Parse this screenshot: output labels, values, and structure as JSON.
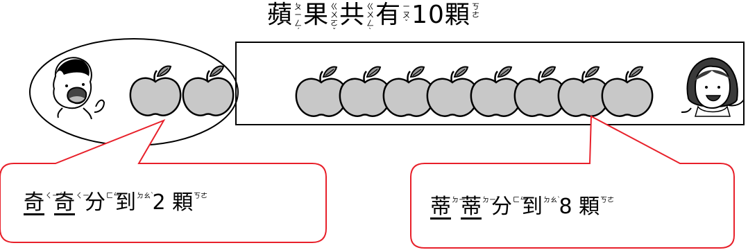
{
  "title": {
    "parts": [
      {
        "char": "蘋",
        "bpmf": "ㄆㄧㄥˊ"
      },
      {
        "char": "果",
        "bpmf": "ㄍㄨㄛˇ"
      },
      {
        "char": "共",
        "bpmf": "ㄍㄨㄥˋ"
      },
      {
        "char": "有",
        "bpmf": "ㄧㄡˇ"
      },
      {
        "char": " 10 ",
        "bpmf": ""
      },
      {
        "char": "顆",
        "bpmf": "ㄎㄜ"
      }
    ]
  },
  "left_bubble": {
    "parts": [
      {
        "char": "奇",
        "bpmf": "ㄑㄧˊ",
        "underline": true
      },
      {
        "char": "奇",
        "bpmf": "ㄑㄧˊ",
        "underline": true
      },
      {
        "char": "分",
        "bpmf": "ㄈㄣ",
        "underline": false
      },
      {
        "char": "到",
        "bpmf": "ㄉㄠˋ",
        "underline": false
      },
      {
        "char": " 2 ",
        "bpmf": "",
        "underline": false
      },
      {
        "char": "顆",
        "bpmf": "ㄎㄜ",
        "underline": false
      }
    ]
  },
  "right_bubble": {
    "parts": [
      {
        "char": "蒂",
        "bpmf": "ㄉㄧˋ",
        "underline": true
      },
      {
        "char": "蒂",
        "bpmf": "ㄉㄧˋ",
        "underline": true
      },
      {
        "char": "分",
        "bpmf": "ㄈㄣ",
        "underline": false
      },
      {
        "char": "到",
        "bpmf": "ㄉㄠˋ",
        "underline": false
      },
      {
        "char": " 8 ",
        "bpmf": "",
        "underline": false
      },
      {
        "char": "顆",
        "bpmf": "ㄎㄜ",
        "underline": false
      }
    ]
  },
  "apples": {
    "left_group": 2,
    "right_group": 8
  },
  "colors": {
    "apple_fill": "#c8c8c8",
    "bubble_border": "#e8202a",
    "stroke": "#000000"
  }
}
